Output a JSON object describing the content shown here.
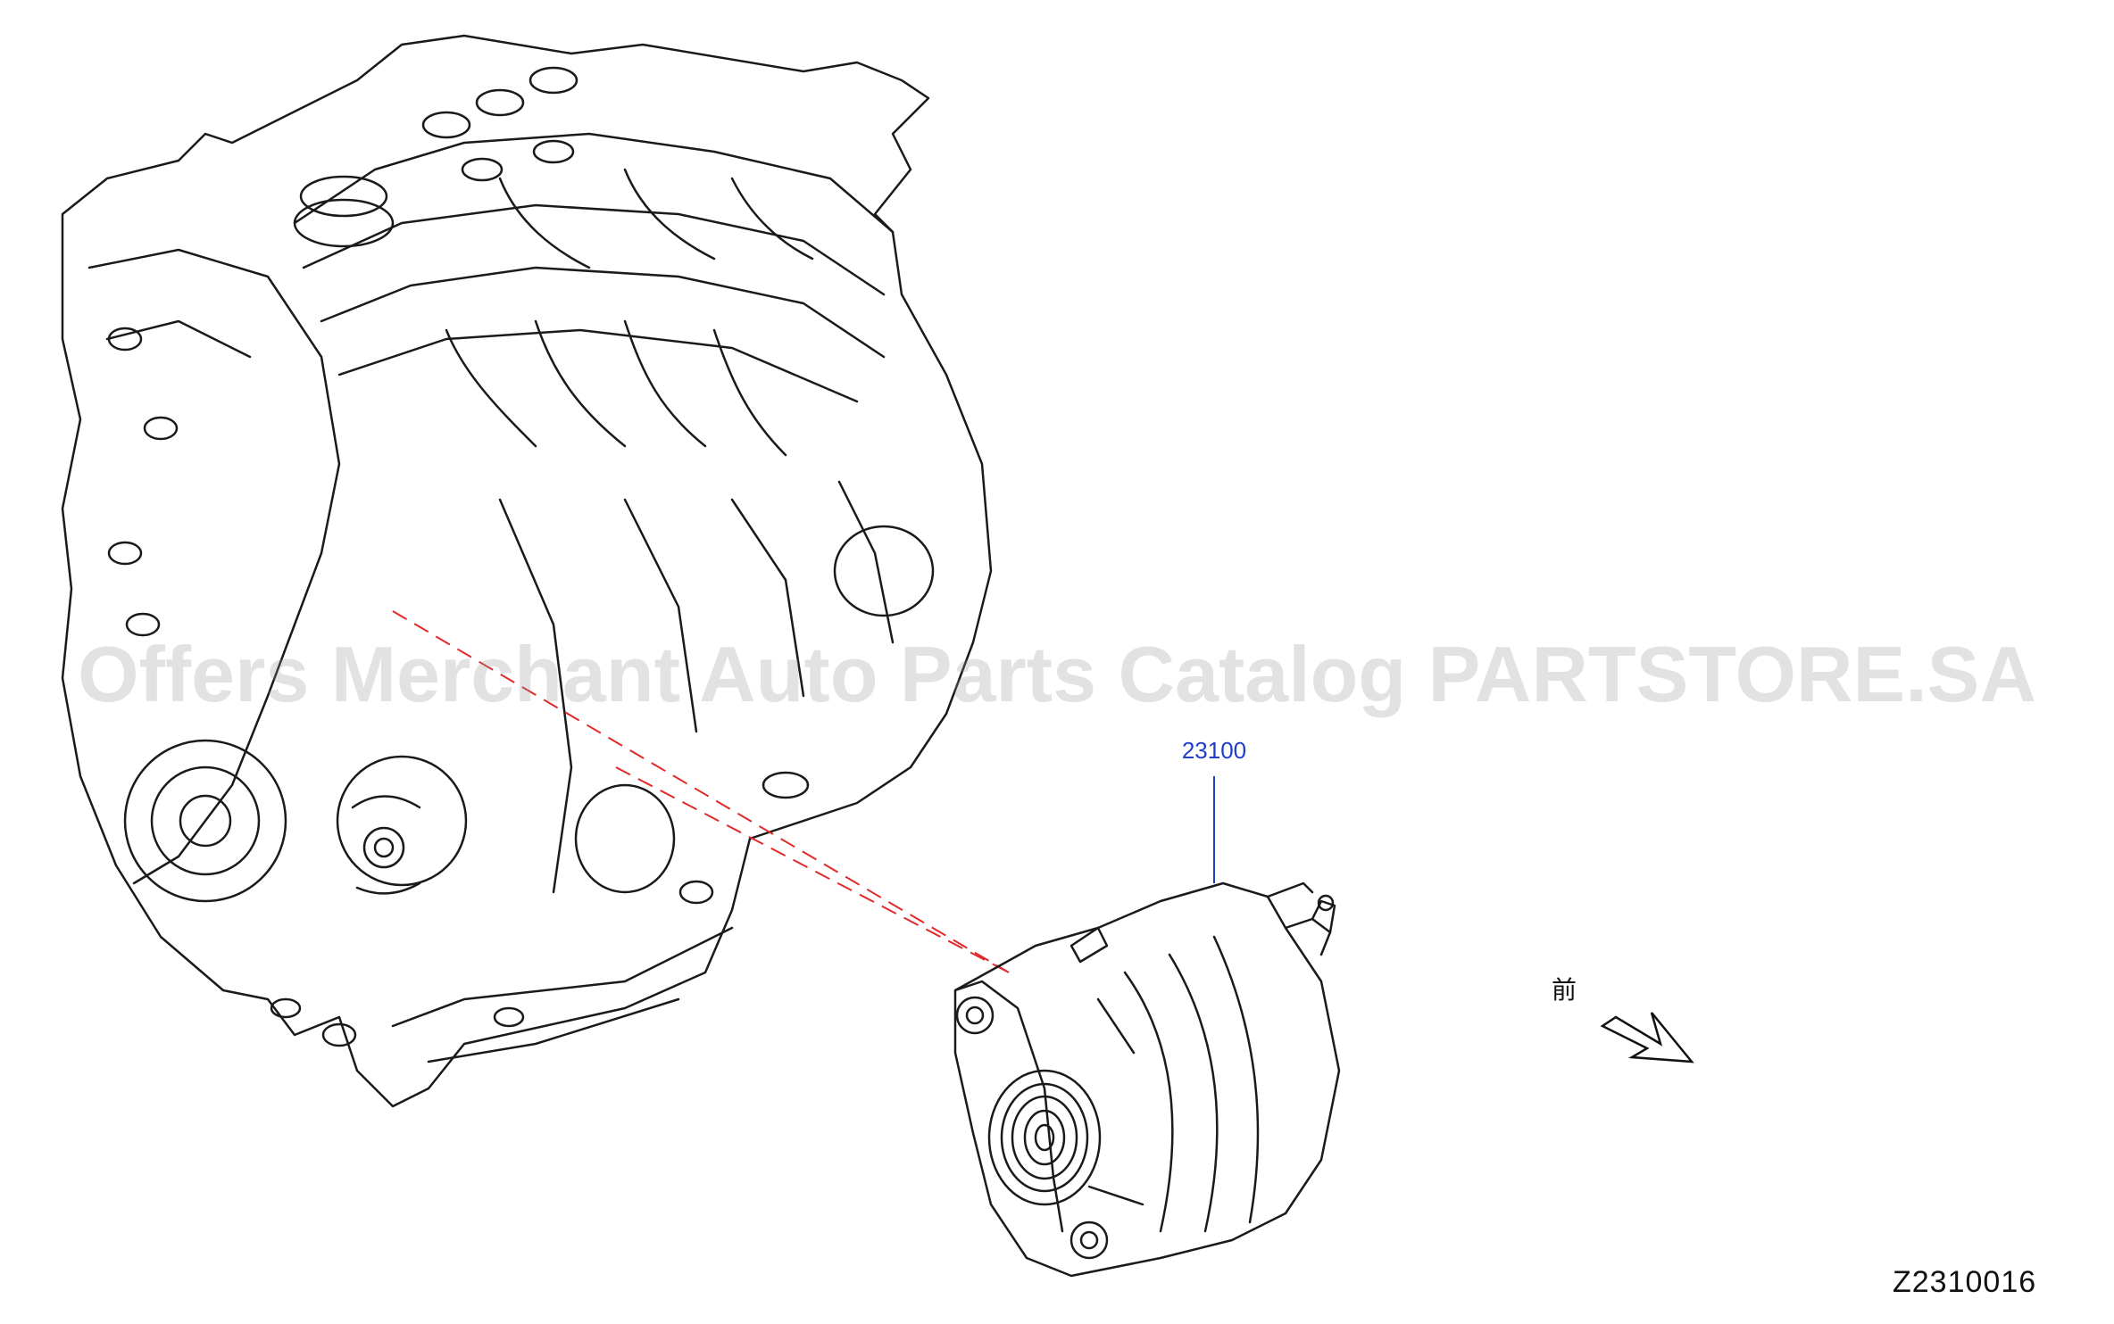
{
  "diagram": {
    "watermark_text": "Offers Merchant Auto Parts Catalog PARTSTORE.SA",
    "diagram_id": "Z2310016",
    "front_label": "前",
    "parts": [
      {
        "number": "23100"
      }
    ],
    "colors": {
      "line_art": "#1a1a1a",
      "callout": "#1f3fc9",
      "leader_dash": "#e02a2a",
      "watermark": "#969696"
    }
  }
}
